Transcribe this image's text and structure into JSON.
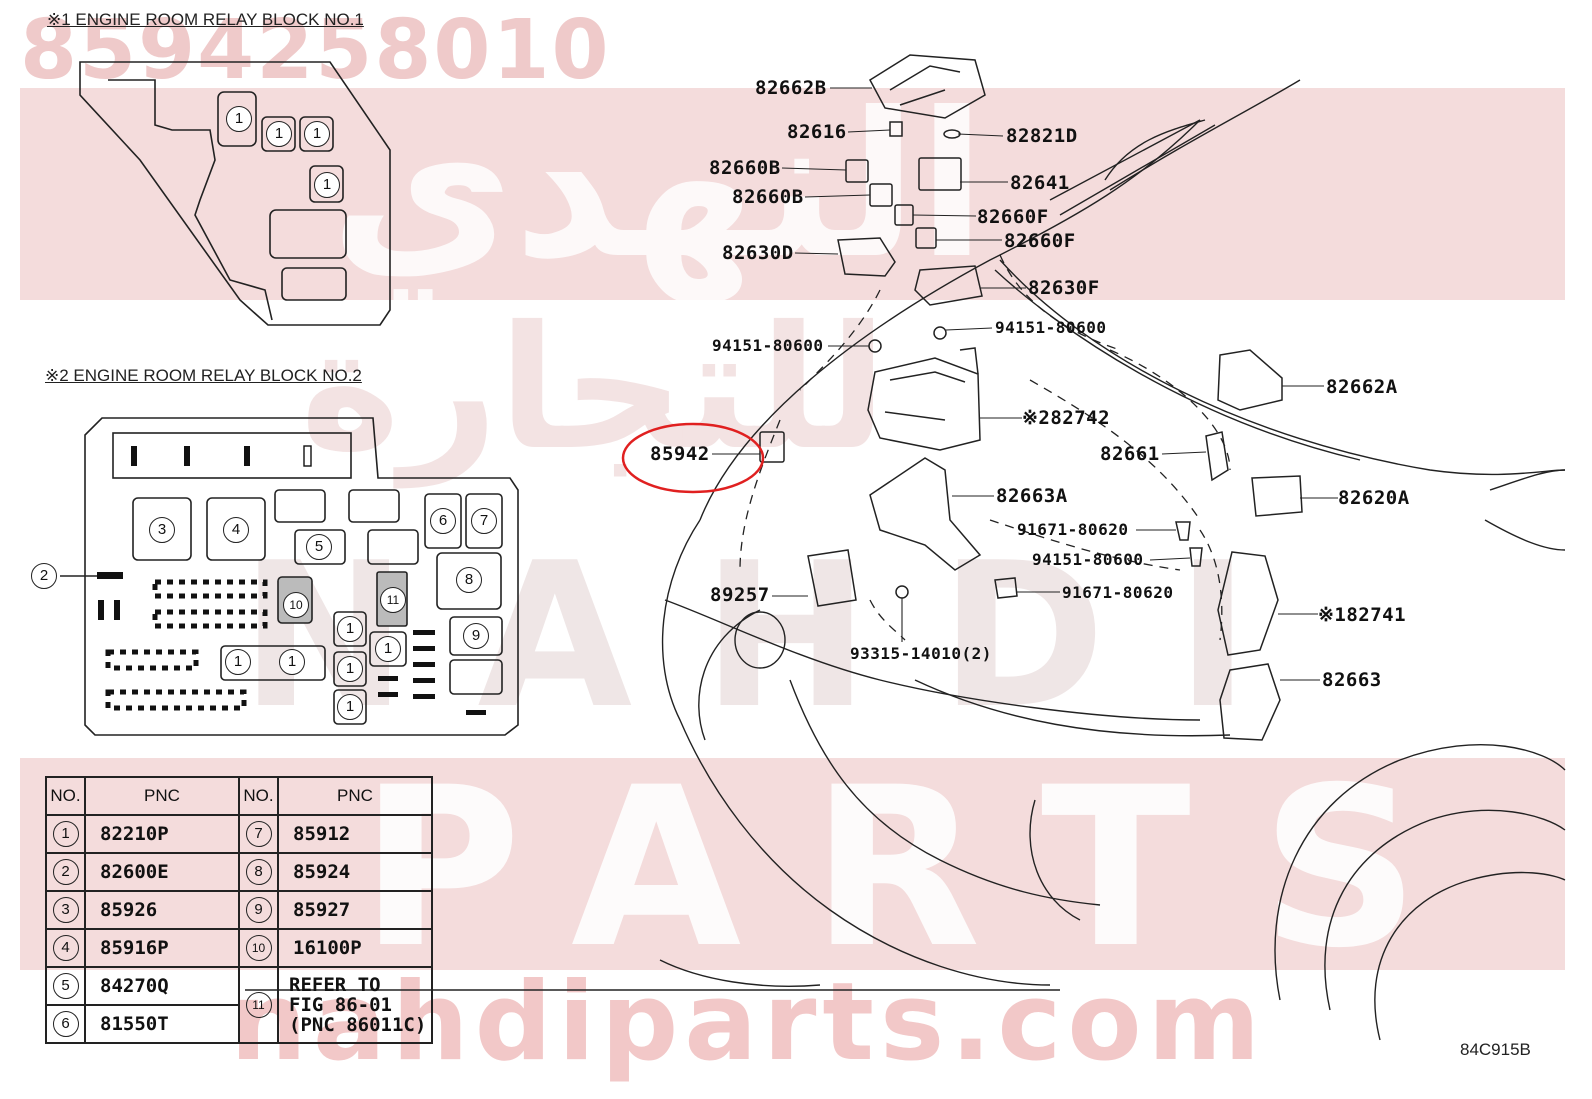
{
  "watermark": {
    "part_number": "8594258010",
    "arabic_top": "النهدي",
    "arabic_mid": "للتجارة",
    "latin_mid": "NAHDI",
    "latin_low": "PARTS",
    "url": "nahdiparts.com",
    "color": "#f4dcdc"
  },
  "block1": {
    "title": "※1 ENGINE ROOM RELAY BLOCK NO.1"
  },
  "block2": {
    "title": "※2 ENGINE ROOM RELAY BLOCK NO.2"
  },
  "labels": {
    "l82662B": "82662B",
    "l82616": "82616",
    "l82821D": "82821D",
    "l82660B_1": "82660B",
    "l82660B_2": "82660B",
    "l82641": "82641",
    "l82660F_1": "82660F",
    "l82660F_2": "82660F",
    "l82630D": "82630D",
    "l82630F": "82630F",
    "l94151_a": "94151-80600",
    "l94151_b": "94151-80600",
    "l82662A": "82662A",
    "l82742": "※282742",
    "l85942": "85942",
    "l82661": "82661",
    "l82663A": "82663A",
    "l82620A": "82620A",
    "l91671_a": "91671-80620",
    "l94151_c": "94151-80600",
    "l89257": "89257",
    "l91671_b": "91671-80620",
    "l82741": "※182741",
    "l93315": "93315-14010(2)",
    "l82663": "82663"
  },
  "table": {
    "header_no": "NO.",
    "header_pnc": "PNC",
    "rows": [
      {
        "n1": "1",
        "p1": "82210P",
        "n2": "7",
        "p2": "85912"
      },
      {
        "n1": "2",
        "p1": "82600E",
        "n2": "8",
        "p2": "85924"
      },
      {
        "n1": "3",
        "p1": "85926",
        "n2": "9",
        "p2": "85927"
      },
      {
        "n1": "4",
        "p1": "85916P",
        "n2": "10",
        "p2": "16100P"
      },
      {
        "n1": "5",
        "p1": "84270Q",
        "n2": "11",
        "p2_l1": "REFER TO",
        "p2_l2": "FIG 86-01",
        "p2_l3": "(PNC 86011C)"
      },
      {
        "n1": "6",
        "p1": "81550T"
      }
    ]
  },
  "figure_code": "84C915B",
  "highlight_color": "#e02020"
}
